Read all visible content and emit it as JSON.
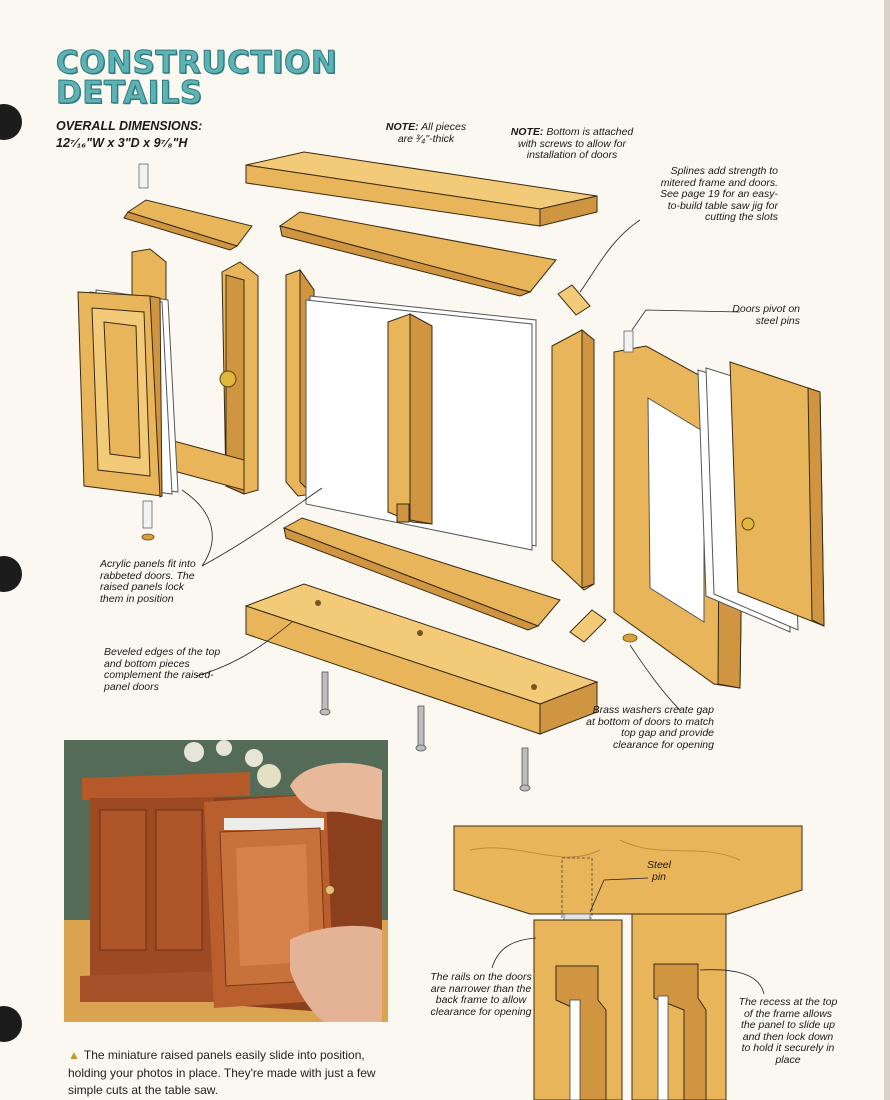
{
  "title": {
    "line1": "CONSTRUCTION",
    "line2": "DETAILS"
  },
  "dimensions": {
    "label": "OVERALL DIMENSIONS:",
    "value": "12⁷⁄₁₆\"W x 3\"D x 9⁷⁄₈\"H"
  },
  "notes": {
    "all_pieces": {
      "label": "NOTE:",
      "text": "All pieces are ³⁄₄\"-thick"
    },
    "bottom": {
      "label": "NOTE:",
      "text": "Bottom is attached with screws to allow for installation of doors"
    }
  },
  "callouts": {
    "splines": "Splines add strength to mitered frame and doors. See page 19 for an easy-to-build table saw jig for cutting the slots",
    "doors_pivot": "Doors pivot on steel pins",
    "acrylic": "Acrylic panels fit into rabbeted doors. The raised panels lock them in position",
    "beveled": "Beveled edges of the top and bottom pieces complement the raised-panel doors",
    "brass": "Brass washers create gap at bottom of doors to match top gap and provide clearance for opening",
    "steel_pin": "Steel pin",
    "rails": "The rails on the doors are narrower than the back frame to allow clearance for opening",
    "recess": "The recess at the top of the frame allows the panel to slide up and then lock down to hold it securely in place"
  },
  "caption": "The miniature raised panels easily slide into position, holding your photos in place. They're made with just a few simple cuts at the table saw.",
  "colors": {
    "title": "#5fb2b4",
    "wood": "#e9b55a",
    "wood_dark": "#b9822f",
    "accent": "#c8962f"
  }
}
